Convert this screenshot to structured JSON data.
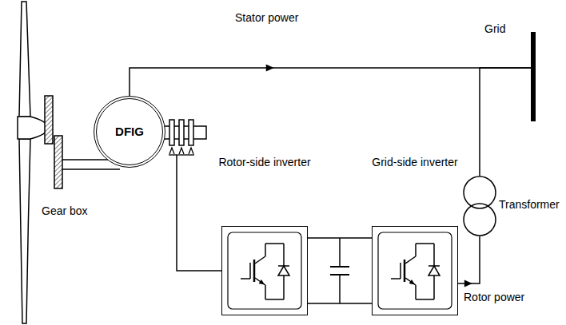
{
  "diagram": {
    "nodes": [
      {
        "text": [
          "DFIG"
        ]
      },
      {
        "text": [
          "Rotor-side inverter"
        ]
      },
      {
        "text": [
          "Grid-side inverter"
        ]
      },
      {
        "text": [
          "Grid"
        ]
      },
      {
        "text": [
          "Transformer"
        ]
      }
    ],
    "edges": [
      {
        "from": 0,
        "to": 3,
        "arrow": "to",
        "label": "Stator power"
      },
      {
        "from": 0,
        "to": 1,
        "arrow": "none"
      },
      {
        "from": 1,
        "to": 2,
        "arrow": "none"
      },
      {
        "from": 2,
        "to": 4,
        "arrow": "to",
        "label": "Rotor power"
      },
      {
        "from": 4,
        "to": 3,
        "arrow": "none"
      }
    ],
    "labels": [
      "Gear box"
    ]
  }
}
